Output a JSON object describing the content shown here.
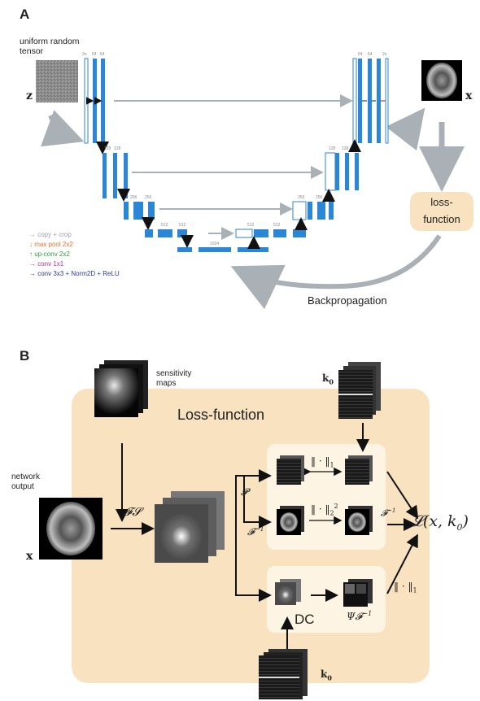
{
  "panel_a": {
    "label": "A",
    "input_label": "uniform random\ntensor",
    "z_label": "z",
    "x_label": "x",
    "loss_box": "loss-\nfunction",
    "backprop": "Backpropagation",
    "legend": [
      {
        "text": "copy + crop",
        "color": "#9aa3ab"
      },
      {
        "text": "max pool 2x2",
        "color": "#e8742a"
      },
      {
        "text": "up-conv 2x2",
        "color": "#2f9a3a"
      },
      {
        "text": "conv 1x1",
        "color": "#b8318f"
      },
      {
        "text": "conv 3x3 + Norm2D + ReLU",
        "color": "#2a3a9a"
      }
    ],
    "channels": {
      "in": "2n",
      "c64a": "64",
      "c64b": "64",
      "c128a": "128",
      "c128b": "128",
      "c256a": "256",
      "c256b": "256",
      "c512a": "512",
      "c512b": "512",
      "c1024": "1024",
      "u512a": "512",
      "u512b": "512",
      "u256a": "256",
      "u256b": "256",
      "u128a": "128",
      "u128b": "128",
      "u64a": "64",
      "u64b": "64",
      "out": "2n"
    }
  },
  "panel_b": {
    "label": "B",
    "sensitivity": "sensitivity\nmaps",
    "k0_top": "k",
    "k0_sub": "0",
    "loss_title": "Loss-function",
    "network_output": "network\noutput",
    "x_label": "x",
    "FS": "𝓕𝓢",
    "P": "𝓟",
    "Finv": "𝓕",
    "norm1": "‖ · ‖",
    "norm2": "‖ · ‖",
    "sub1": "1",
    "sub2": "2",
    "sup2": "2",
    "Finv_right": "𝓕",
    "loss_expr": "𝓛(x, k",
    "loss_sub": "0",
    "loss_close": ")",
    "psi_f": "Ψ𝓕",
    "dc": "DC",
    "norm_bottom": "‖ · ‖",
    "norm_bottom_sub": "1",
    "k0_bottom": "k",
    "k0_bottom_sub": "0",
    "minus1": "−1"
  },
  "colors": {
    "unet_blue": "#2b86d6",
    "arrow_gray": "#a9b0b6",
    "loss_bg": "#f8e2c0",
    "inner_bg": "#fdf4e4"
  }
}
